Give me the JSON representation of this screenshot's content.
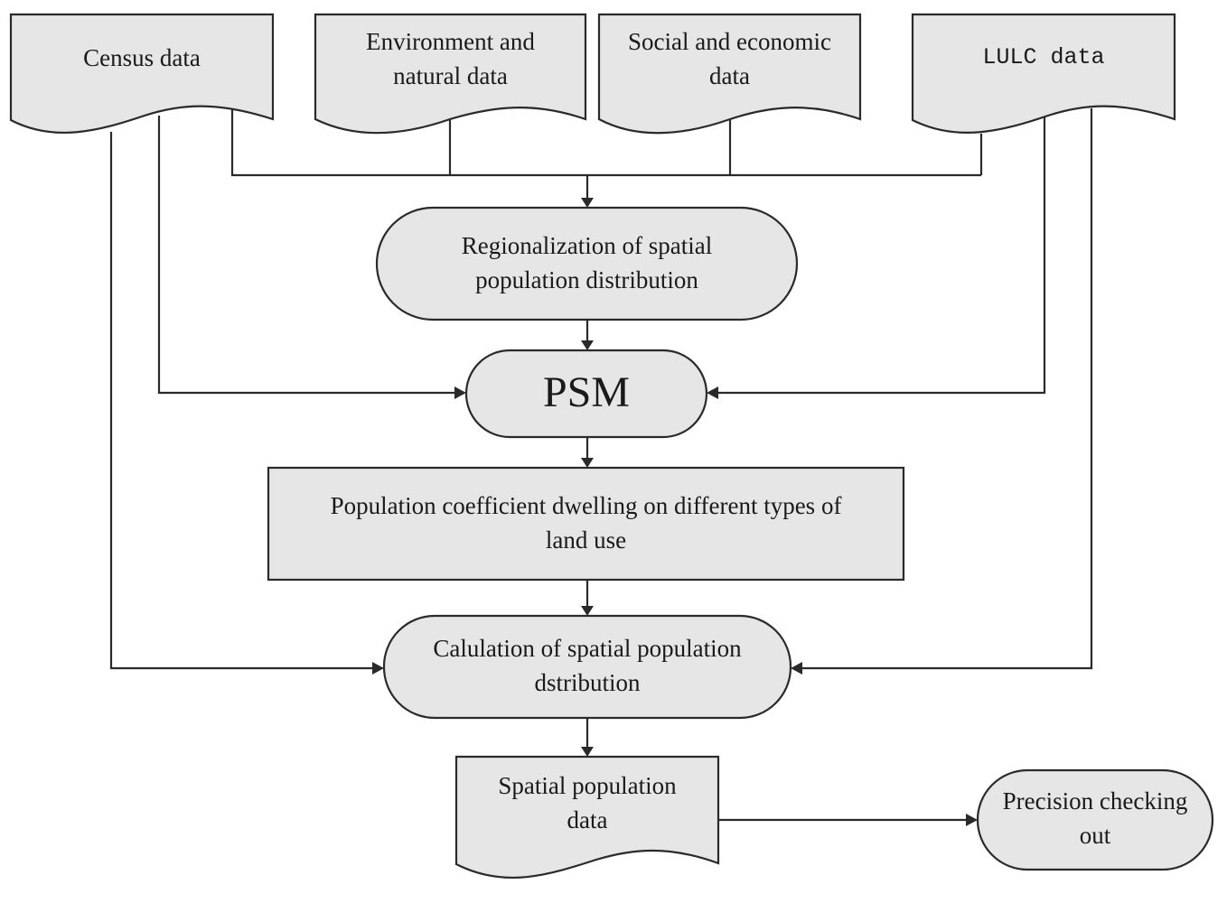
{
  "nodes": {
    "census": "Census data",
    "environment": "Environment and\nnatural data",
    "social": "Social and economic\ndata",
    "lulc": "LULC data",
    "regionalization": "Regionalization of spatial\npopulation distribution",
    "psm": "PSM",
    "coefficient": "Population coefficient dwelling on different types of\nland use",
    "calculation": "Calulation of spatial population\ndstribution",
    "spatial_data": "Spatial population\ndata",
    "precision": "Precision checking\nout"
  }
}
